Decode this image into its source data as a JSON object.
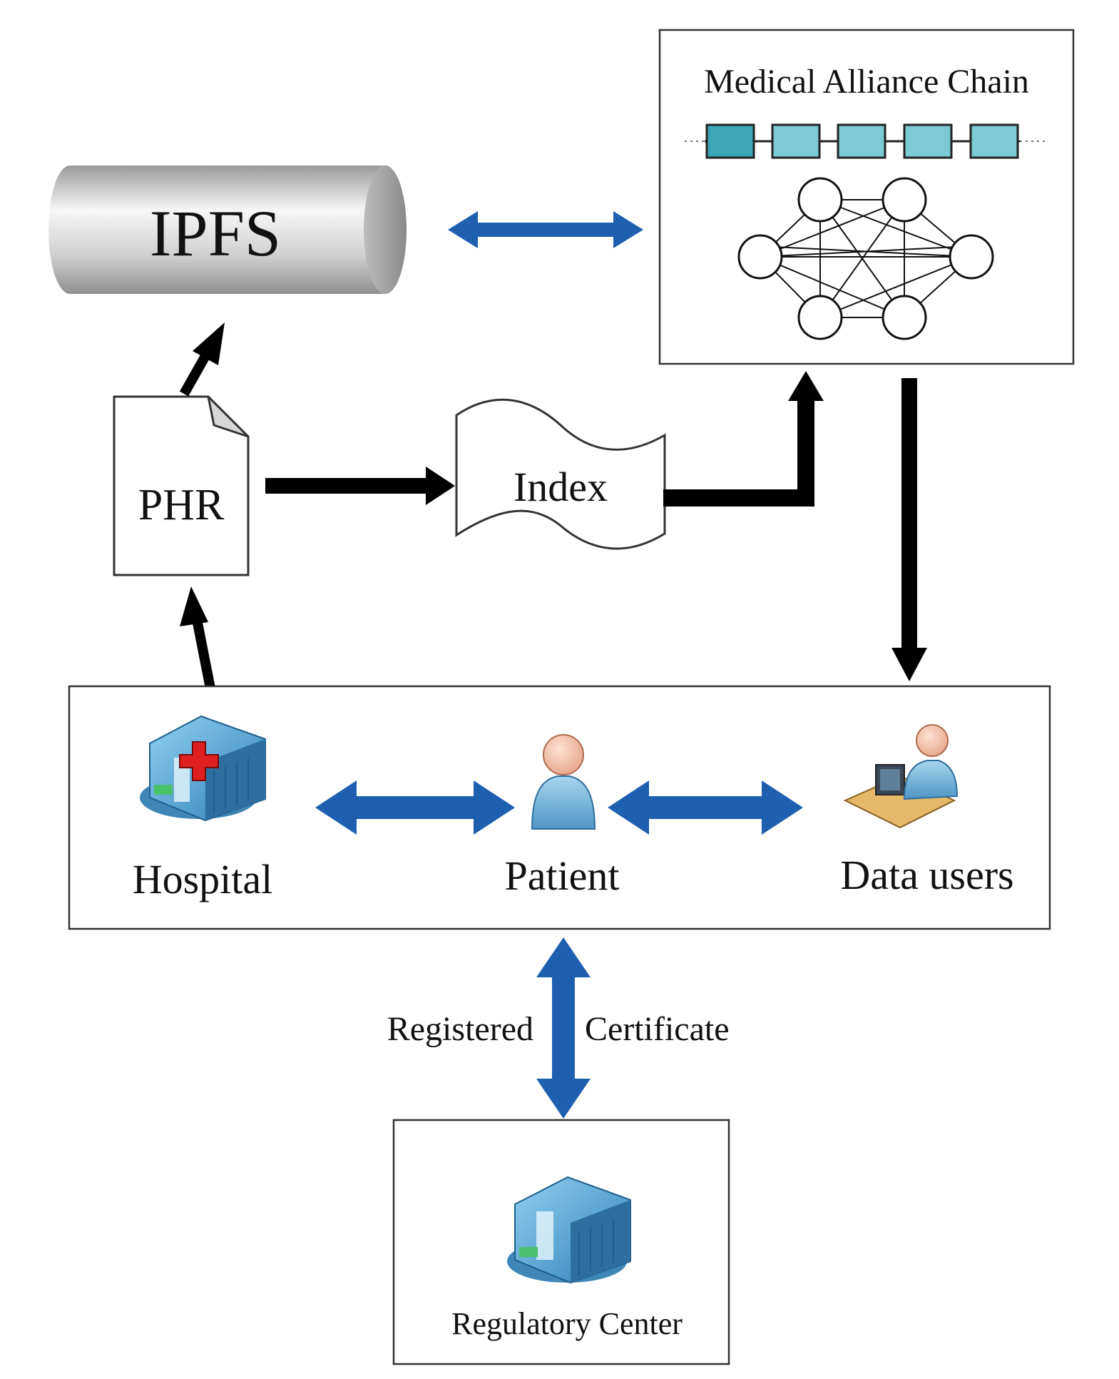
{
  "labels": {
    "ipfs": "IPFS",
    "chain_title": "Medical Alliance Chain",
    "phr": "PHR",
    "index": "Index",
    "hospital": "Hospital",
    "patient": "Patient",
    "data_users": "Data users",
    "registered": "Registered",
    "certificate": "Certificate",
    "regulatory_center": "Regulatory Center"
  },
  "colors": {
    "bidirectional_arrow": "#1f5fb0",
    "flow_arrow": "#000000",
    "chain_block": "#7ccad4",
    "chain_block_first": "#3aa6b8",
    "building_blue": "#4aa0d0",
    "cross_red": "#e02020"
  },
  "icons": {
    "ipfs": "cylinder-storage-icon",
    "phr": "document-icon",
    "index": "wavy-document-icon",
    "network": "node-network-icon",
    "hospital": "hospital-building-icon",
    "patient": "person-icon",
    "data_users": "person-at-computer-icon",
    "regulatory_center": "office-building-icon"
  }
}
